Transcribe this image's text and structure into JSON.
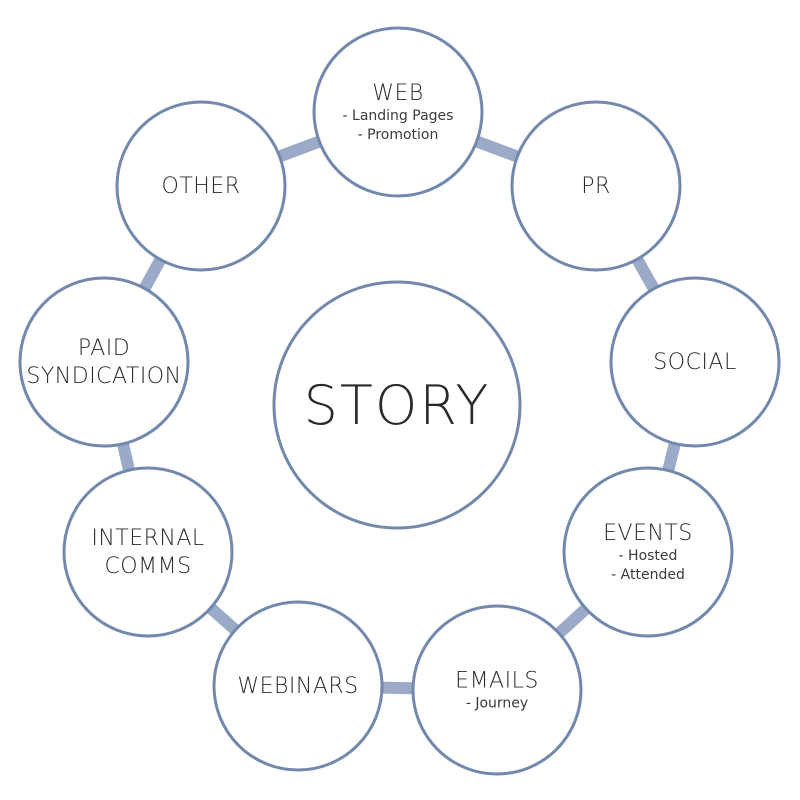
{
  "center": {
    "label": "STORY"
  },
  "nodes": [
    {
      "id": "web",
      "title": [
        "WEB"
      ],
      "sub": [
        "- Landing Pages",
        "- Promotion"
      ]
    },
    {
      "id": "pr",
      "title": [
        "PR"
      ],
      "sub": []
    },
    {
      "id": "social",
      "title": [
        "SOCIAL"
      ],
      "sub": []
    },
    {
      "id": "events",
      "title": [
        "EVENTS"
      ],
      "sub": [
        "- Hosted",
        "- Attended"
      ]
    },
    {
      "id": "emails",
      "title": [
        "EMAILS"
      ],
      "sub": [
        "- Journey"
      ]
    },
    {
      "id": "webinars",
      "title": [
        "WEBINARS"
      ],
      "sub": []
    },
    {
      "id": "internal-comms",
      "title": [
        "INTERNAL",
        "COMMS"
      ],
      "sub": []
    },
    {
      "id": "paid-syndication",
      "title": [
        "PAID",
        "SYNDICATION"
      ],
      "sub": []
    },
    {
      "id": "other",
      "title": [
        "OTHER"
      ],
      "sub": []
    }
  ],
  "colors": {
    "circle_stroke": "#7388ad",
    "connector": "#9aaac7",
    "text": "#2a2a2a"
  }
}
